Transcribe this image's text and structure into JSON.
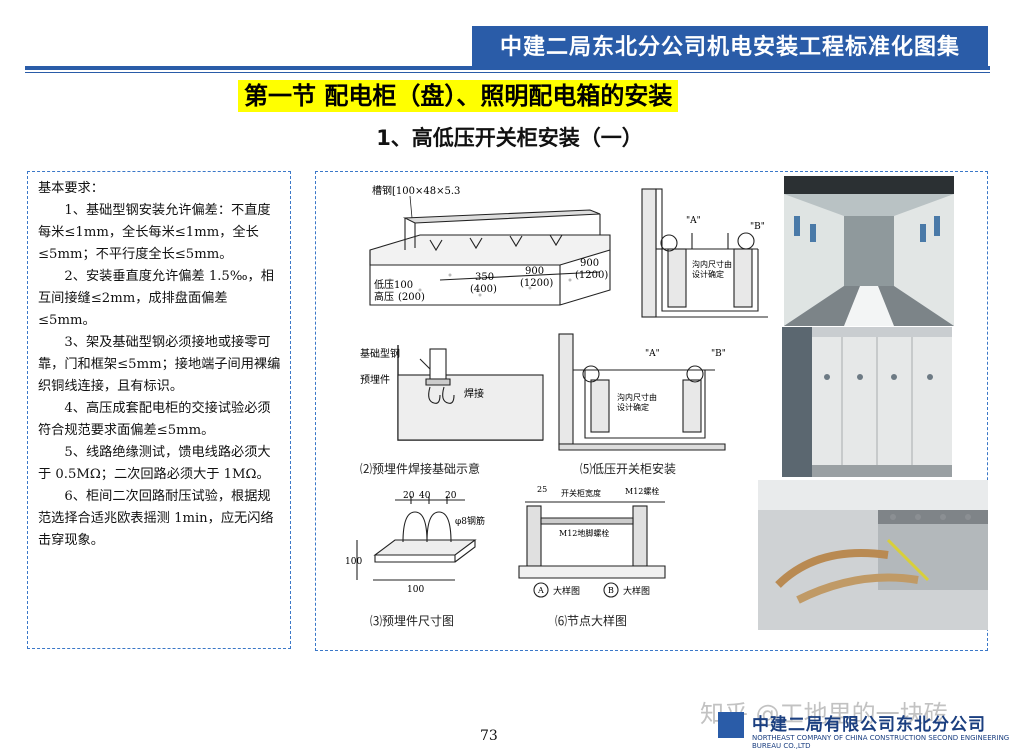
{
  "header": {
    "title": "中建二局东北分公司机电安装工程标准化图集"
  },
  "section_title": "第一节  配电柜（盘）、照明配电箱的安装",
  "sub_title": "1、高低压开关柜安装（一）",
  "requirements": {
    "heading": "基本要求：",
    "items": [
      "1、基础型钢安装允许偏差：不直度每米≤1mm，全长每米≤1mm，全长≤5mm；不平行度全长≤5mm。",
      "2、安装垂直度允许偏差 1.5‰，相互间接缝≤2mm，成排盘面偏差≤5mm。",
      "3、架及基础型钢必须接地或接零可靠，门和框架≤5mm；接地端子间用裸编织铜线连接，且有标识。",
      "4、高压成套配电柜的交接试验必须符合规范要求面偏差≤5mm。",
      "5、线路绝缘测试，馈电线路必须大于 0.5MΩ；二次回路必须大于 1MΩ。",
      "6、柜间二次回路耐压试验，根据规范选择合适兆欧表摇测 1min，应无闪络击穿现象。"
    ]
  },
  "figures": {
    "fig1": {
      "label_channel": "槽钢[100×48×5.3",
      "label_low": "低压100",
      "label_high": "高压",
      "label_high_val": "(200)",
      "dim_a": "350",
      "dim_a2": "(400)",
      "dim_b": "900",
      "dim_b2": "(1200)",
      "dim_c": "900",
      "dim_c2": "(1200)"
    },
    "fig2": {
      "label_base": "基础型钢",
      "label_embed": "预埋件",
      "label_weld": "焊接",
      "caption": "⑵预埋件焊接基础示意"
    },
    "fig3": {
      "dim_20": "20",
      "dim_40": "40",
      "dim_20b": "20",
      "label_rebar": "φ8钢筋",
      "dim_100a": "100",
      "dim_100b": "100",
      "caption": "⑶预埋件尺寸图"
    },
    "fig4": {
      "label_a": "\"A\"",
      "label_b": "\"B\"",
      "label_trench": "沟内尺寸由",
      "label_trench2": "设计确定"
    },
    "fig5": {
      "label_a": "\"A\"",
      "label_b": "\"B\"",
      "label_trench": "沟内尺寸由",
      "label_trench2": "设计确定",
      "caption": "⑸低压开关柜安装"
    },
    "fig6": {
      "label_width": "开关柜宽度",
      "label_m12": "M12螺栓",
      "label_m12b": "M12地脚螺栓",
      "label_25": "25",
      "label_a": "A",
      "label_a_text": "大样图",
      "label_b": "B",
      "label_b_text": "大样图",
      "caption": "⑹节点大样图"
    }
  },
  "watermark": "知乎 @工地里的一块砖",
  "page_number": "73",
  "footer": {
    "company": "中建二局有限公司东北分公司",
    "company_en": "NORTHEAST COMPANY OF CHINA CONSTRUCTION SECOND ENGINEERING BUREAU CO.,LTD"
  }
}
